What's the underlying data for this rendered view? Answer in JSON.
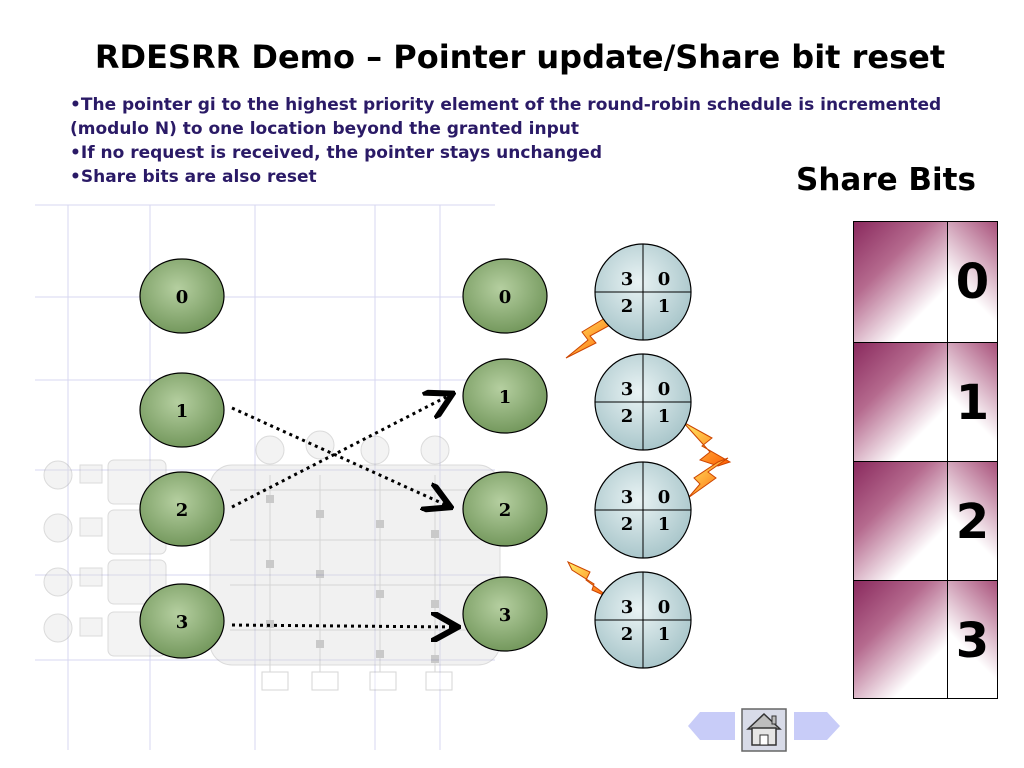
{
  "title": "RDESRR Demo – Pointer update/Share bit reset",
  "bullets": [
    "•The pointer gi to the highest priority element of the round-robin schedule is incremented (modulo N) to one location beyond the granted input",
    "•If no request is received, the pointer stays unchanged",
    "•Share bits are also reset"
  ],
  "share_bits": {
    "title": "Share Bits",
    "values": [
      "0",
      "1",
      "2",
      "3"
    ]
  },
  "inputs": [
    "0",
    "1",
    "2",
    "3"
  ],
  "outputs": [
    "0",
    "1",
    "2",
    "3"
  ],
  "arbiters": [
    {
      "tl": "3",
      "tr": "0",
      "bl": "2",
      "br": "1"
    },
    {
      "tl": "3",
      "tr": "0",
      "bl": "2",
      "br": "1"
    },
    {
      "tl": "3",
      "tr": "0",
      "bl": "2",
      "br": "1"
    },
    {
      "tl": "3",
      "tr": "0",
      "bl": "2",
      "br": "1"
    }
  ],
  "connections": [
    {
      "from": "1",
      "to": "2"
    },
    {
      "from": "2",
      "to": "1"
    },
    {
      "from": "3",
      "to": "3"
    }
  ],
  "colors": {
    "node_fill": "#8fb07a",
    "arbiter_fill": "#c9dfe2",
    "bullet_text": "#2a1a66",
    "nav_arrow": "#c8ccf8"
  },
  "nav": {
    "prev": "arrow-left-icon",
    "home": "home-icon",
    "next": "arrow-right-icon"
  }
}
